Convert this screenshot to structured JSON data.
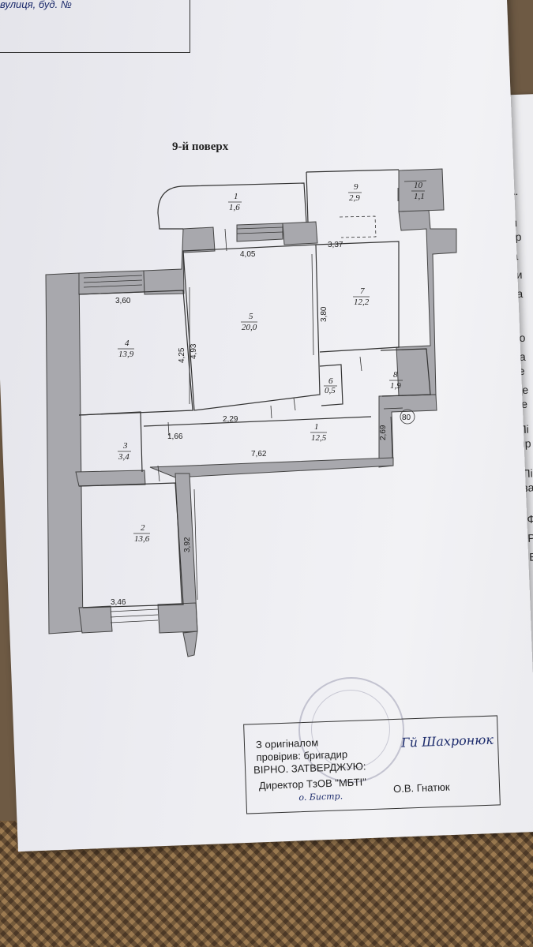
{
  "header": {
    "partial_text": "вулиця, буд. №"
  },
  "floor_title": "9-й поверх",
  "rooms": [
    {
      "number": "1",
      "area": "1,6"
    },
    {
      "number": "9",
      "area": "2,9"
    },
    {
      "number": "10",
      "area": "1,1"
    },
    {
      "number": "5",
      "area": "20,0"
    },
    {
      "number": "7",
      "area": "12,2"
    },
    {
      "number": "4",
      "area": "13,9"
    },
    {
      "number": "6",
      "area": "0,5"
    },
    {
      "number": "8",
      "area": "1,9"
    },
    {
      "number": "1",
      "area": "12,5"
    },
    {
      "number": "3",
      "area": "3,4"
    },
    {
      "number": "2",
      "area": "13,6"
    }
  ],
  "dimensions": {
    "d405": "4,05",
    "d337": "3,37",
    "d360": "3,60",
    "d380": "3,80",
    "d425": "4,25",
    "d493": "4,93",
    "d229": "2,29",
    "d166": "1,66",
    "d762": "7,62",
    "d269": "2,69",
    "d392": "3,92",
    "d346": "3,46",
    "marker": "80"
  },
  "stamp": {
    "line1": "З оригіналом",
    "line2": "провірив: бригадир",
    "line3": "ВІРНО. ЗАТВЕРДЖУЮ:",
    "line4": "Директор ТзОВ \"МБТІ\"",
    "director_name": "О.В. Гнатюк",
    "signature_text": "Гй Шахронюк",
    "signature_small": "o. Бистр."
  },
  "back_sheet_letters": [
    "А.",
    "Оп",
    "нер",
    "За",
    "Жи",
    "Ма",
    "Но",
    "Да",
    "ре",
    "Де",
    "ре",
    "Пі",
    "пр",
    "Пі",
    "за",
    "Фі",
    "Ро",
    "Вл"
  ]
}
